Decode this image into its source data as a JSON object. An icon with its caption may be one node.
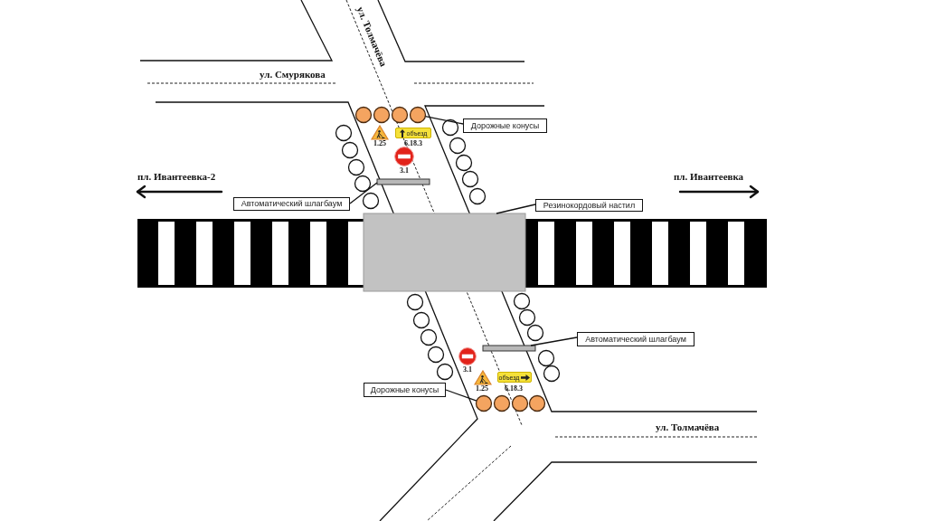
{
  "diagram": {
    "nodes": [
      {
        "text": [
          "Дорожные конусы"
        ]
      },
      {
        "text": [],
        "shape": "circle"
      },
      {
        "text": [
          "Автоматический шлагбаум"
        ]
      },
      {
        "text": [],
        "shape": "bar"
      },
      {
        "text": [
          "Резинокордовый настил"
        ]
      },
      {
        "text": [],
        "shape": "box"
      },
      {
        "text": [
          "Автоматический шлагбаум"
        ]
      },
      {
        "text": [],
        "shape": "bar"
      },
      {
        "text": [
          "Дорожные конусы"
        ]
      },
      {
        "text": [],
        "shape": "circle"
      }
    ],
    "edges": [
      {
        "from": 0,
        "to": 1,
        "arrow": "none"
      },
      {
        "from": 2,
        "to": 3,
        "arrow": "none"
      },
      {
        "from": 4,
        "to": 5,
        "arrow": "none"
      },
      {
        "from": 6,
        "to": 7,
        "arrow": "none"
      },
      {
        "from": 8,
        "to": 9,
        "arrow": "none"
      }
    ],
    "labels": [
      "ул. Толмачёва",
      "ул. Смурякова",
      "объезд",
      "1.25",
      "6.18.3",
      "3.1",
      "пл. Ивантеевка-2",
      "пл. Ивантеевка",
      "3.1",
      "объезд",
      "1.25",
      "6.18.3",
      "ул. Толмачёва"
    ]
  }
}
